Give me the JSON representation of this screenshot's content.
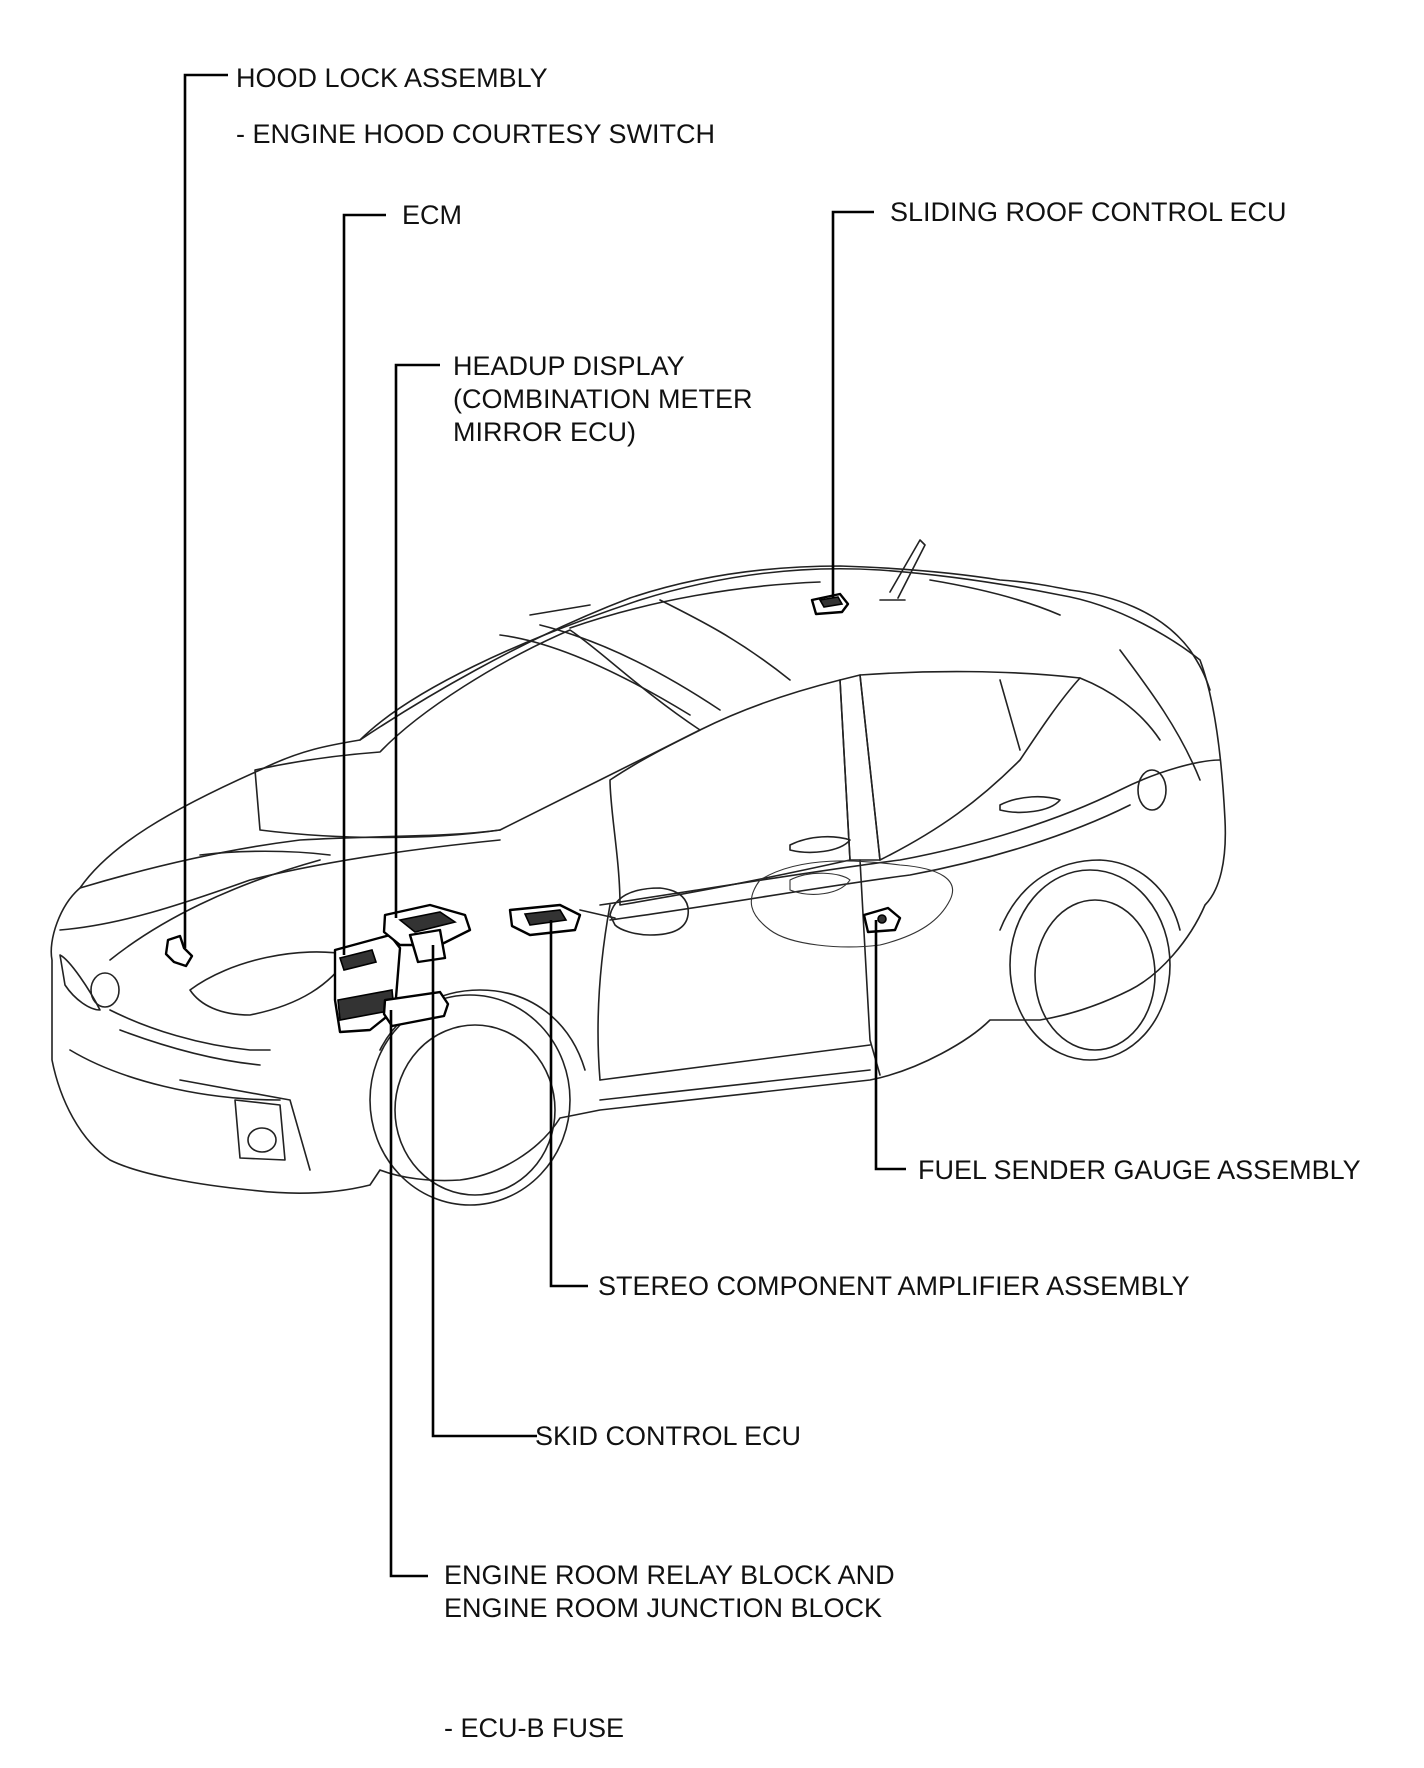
{
  "labels": {
    "hood_lock": "HOOD LOCK ASSEMBLY",
    "hood_courtesy": "- ENGINE HOOD COURTESY SWITCH",
    "ecm": "ECM",
    "sliding_roof": "SLIDING ROOF CONTROL ECU",
    "headup_1": "HEADUP DISPLAY",
    "headup_2": "(COMBINATION METER",
    "headup_3": "MIRROR ECU)",
    "fuel_sender": "FUEL SENDER GAUGE ASSEMBLY",
    "stereo_amp": "STEREO COMPONENT AMPLIFIER ASSEMBLY",
    "skid_control": "SKID CONTROL ECU",
    "relay_1": "ENGINE ROOM RELAY BLOCK AND",
    "relay_2": "ENGINE ROOM JUNCTION BLOCK",
    "ecu_b_fuse": "- ECU-B FUSE"
  }
}
